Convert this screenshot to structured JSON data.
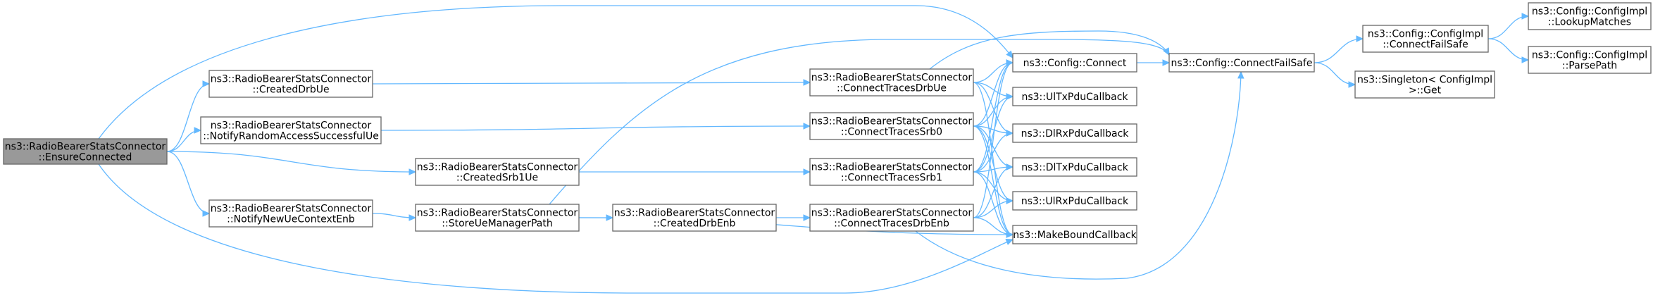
{
  "graph": {
    "nodes": [
      {
        "id": "ensure",
        "lines": [
          "ns3::RadioBearerStatsConnector",
          "::EnsureConnected"
        ],
        "root": true
      },
      {
        "id": "createdDrbUe",
        "lines": [
          "ns3::RadioBearerStatsConnector",
          "::CreatedDrbUe"
        ]
      },
      {
        "id": "notifyRA",
        "lines": [
          "ns3::RadioBearerStatsConnector",
          "::NotifyRandomAccessSuccessfulUe"
        ]
      },
      {
        "id": "createdSrb1Ue",
        "lines": [
          "ns3::RadioBearerStatsConnector",
          "::CreatedSrb1Ue"
        ]
      },
      {
        "id": "notifyNewUe",
        "lines": [
          "ns3::RadioBearerStatsConnector",
          "::NotifyNewUeContextEnb"
        ]
      },
      {
        "id": "storeUe",
        "lines": [
          "ns3::RadioBearerStatsConnector",
          "::StoreUeManagerPath"
        ]
      },
      {
        "id": "createdDrbEnb",
        "lines": [
          "ns3::RadioBearerStatsConnector",
          "::CreatedDrbEnb"
        ]
      },
      {
        "id": "ctDrbUe",
        "lines": [
          "ns3::RadioBearerStatsConnector",
          "::ConnectTracesDrbUe"
        ]
      },
      {
        "id": "ctSrb0",
        "lines": [
          "ns3::RadioBearerStatsConnector",
          "::ConnectTracesSrb0"
        ]
      },
      {
        "id": "ctSrb1",
        "lines": [
          "ns3::RadioBearerStatsConnector",
          "::ConnectTracesSrb1"
        ]
      },
      {
        "id": "ctDrbEnb",
        "lines": [
          "ns3::RadioBearerStatsConnector",
          "::ConnectTracesDrbEnb"
        ]
      },
      {
        "id": "cfgConnect",
        "lines": [
          "ns3::Config::Connect"
        ]
      },
      {
        "id": "ulTx",
        "lines": [
          "ns3::UlTxPduCallback"
        ]
      },
      {
        "id": "dlRx",
        "lines": [
          "ns3::DlRxPduCallback"
        ]
      },
      {
        "id": "dlTx",
        "lines": [
          "ns3::DlTxPduCallback"
        ]
      },
      {
        "id": "ulRx",
        "lines": [
          "ns3::UlRxPduCallback"
        ]
      },
      {
        "id": "makeBound",
        "lines": [
          "ns3::MakeBoundCallback"
        ]
      },
      {
        "id": "connectFailSafe",
        "lines": [
          "ns3::Config::ConnectFailSafe"
        ]
      },
      {
        "id": "implConnectFailSafe",
        "lines": [
          "ns3::Config::ConfigImpl",
          "::ConnectFailSafe"
        ]
      },
      {
        "id": "singletonGet",
        "lines": [
          "ns3::Singleton< ConfigImpl",
          " >::Get"
        ]
      },
      {
        "id": "lookupMatches",
        "lines": [
          "ns3::Config::ConfigImpl",
          "::LookupMatches"
        ]
      },
      {
        "id": "parsePath",
        "lines": [
          "ns3::Config::ConfigImpl",
          "::ParsePath"
        ]
      }
    ],
    "edges": [
      [
        "ensure",
        "createdDrbUe"
      ],
      [
        "ensure",
        "notifyRA"
      ],
      [
        "ensure",
        "createdSrb1Ue"
      ],
      [
        "ensure",
        "notifyNewUe"
      ],
      [
        "ensure",
        "cfgConnect"
      ],
      [
        "ensure",
        "makeBound"
      ],
      [
        "createdDrbUe",
        "ctDrbUe"
      ],
      [
        "notifyRA",
        "ctSrb0"
      ],
      [
        "createdSrb1Ue",
        "ctSrb1"
      ],
      [
        "notifyNewUe",
        "storeUe"
      ],
      [
        "storeUe",
        "createdDrbEnb"
      ],
      [
        "storeUe",
        "connectFailSafe"
      ],
      [
        "storeUe",
        "makeBound"
      ],
      [
        "createdDrbEnb",
        "ctDrbEnb"
      ],
      [
        "ctDrbUe",
        "cfgConnect"
      ],
      [
        "ctDrbUe",
        "connectFailSafe"
      ],
      [
        "ctDrbUe",
        "ulTx"
      ],
      [
        "ctDrbUe",
        "dlRx"
      ],
      [
        "ctDrbUe",
        "makeBound"
      ],
      [
        "ctSrb0",
        "cfgConnect"
      ],
      [
        "ctSrb0",
        "ulTx"
      ],
      [
        "ctSrb0",
        "dlRx"
      ],
      [
        "ctSrb0",
        "dlTx"
      ],
      [
        "ctSrb0",
        "ulRx"
      ],
      [
        "ctSrb0",
        "makeBound"
      ],
      [
        "ctSrb1",
        "cfgConnect"
      ],
      [
        "ctSrb1",
        "ulTx"
      ],
      [
        "ctSrb1",
        "dlRx"
      ],
      [
        "ctSrb1",
        "dlTx"
      ],
      [
        "ctSrb1",
        "ulRx"
      ],
      [
        "ctSrb1",
        "makeBound"
      ],
      [
        "ctDrbEnb",
        "cfgConnect"
      ],
      [
        "ctDrbEnb",
        "dlTx"
      ],
      [
        "ctDrbEnb",
        "ulRx"
      ],
      [
        "ctDrbEnb",
        "makeBound"
      ],
      [
        "ctDrbEnb",
        "connectFailSafe"
      ],
      [
        "cfgConnect",
        "connectFailSafe"
      ],
      [
        "connectFailSafe",
        "implConnectFailSafe"
      ],
      [
        "connectFailSafe",
        "singletonGet"
      ],
      [
        "implConnectFailSafe",
        "lookupMatches"
      ],
      [
        "implConnectFailSafe",
        "parsePath"
      ]
    ]
  },
  "colors": {
    "edge": "#63b8ff",
    "node_border": "#666666",
    "root_fill": "#999999",
    "node_fill": "#ffffff"
  }
}
